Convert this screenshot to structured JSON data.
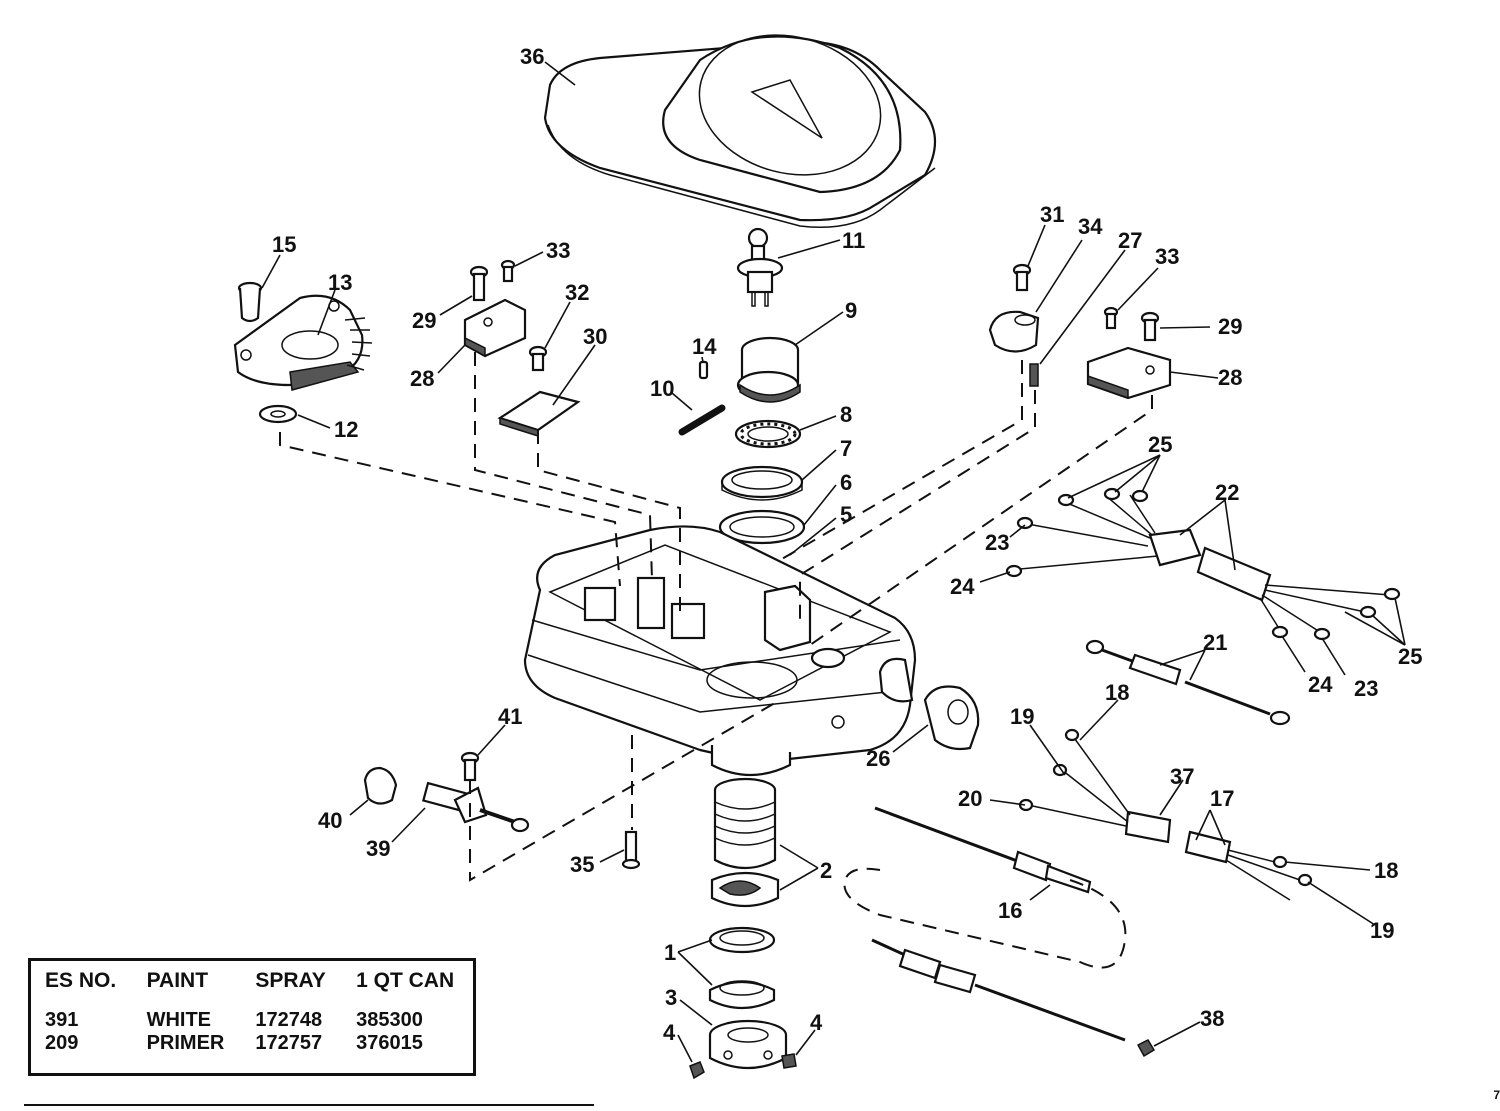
{
  "callouts": {
    "c36": "36",
    "c11": "11",
    "c9": "9",
    "c14": "14",
    "c10": "10",
    "c8": "8",
    "c7": "7",
    "c6": "6",
    "c5": "5",
    "c15": "15",
    "c13": "13",
    "c12": "12",
    "c29a": "29",
    "c33a": "33",
    "c28a": "28",
    "c32": "32",
    "c30": "30",
    "c31": "31",
    "c34": "34",
    "c27": "27",
    "c33b": "33",
    "c29b": "29",
    "c28b": "28",
    "c25a": "25",
    "c22": "22",
    "c23a": "23",
    "c24a": "24",
    "c25b": "25",
    "c23b": "23",
    "c24b": "24",
    "c21": "21",
    "c18a": "18",
    "c19a": "19",
    "c37": "37",
    "c17": "17",
    "c20": "20",
    "c18b": "18",
    "c19b": "19",
    "c16": "16",
    "c26": "26",
    "c41": "41",
    "c40": "40",
    "c39": "39",
    "c35": "35",
    "c2": "2",
    "c1": "1",
    "c3": "3",
    "c4a": "4",
    "c4b": "4",
    "c38": "38"
  },
  "paint_table": {
    "headers": [
      "ES NO.",
      "PAINT",
      "SPRAY",
      "1 QT CAN"
    ],
    "rows": [
      [
        "391",
        "WHITE",
        "172748",
        "385300"
      ],
      [
        "209",
        "PRIMER",
        "172757",
        "376015"
      ]
    ]
  },
  "corner_code": "7"
}
